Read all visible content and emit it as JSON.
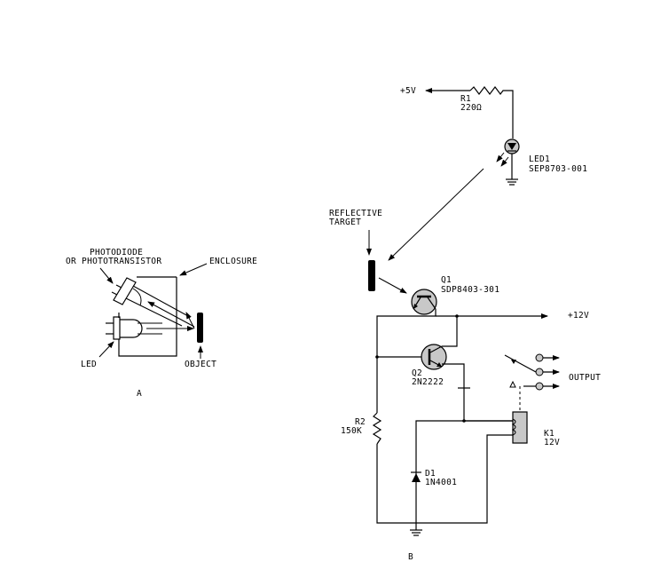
{
  "figure_a": {
    "caption": "A",
    "photodiode_label_1": "PHOTODIODE",
    "photodiode_label_2": "OR PHOTOTRANSISTOR",
    "enclosure_label": "ENCLOSURE",
    "led_label": "LED",
    "object_label": "OBJECT"
  },
  "figure_b": {
    "caption": "B",
    "supply_5v": "+5V",
    "r1_name": "R1",
    "r1_value": "220Ω",
    "led1_name": "LED1",
    "led1_part": "SEP8703-001",
    "target_label_1": "REFLECTIVE",
    "target_label_2": "TARGET",
    "q1_name": "Q1",
    "q1_part": "SDP8403-301",
    "supply_12v": "+12V",
    "q2_name": "Q2",
    "q2_part": "2N2222",
    "output_label": "OUTPUT",
    "r2_name": "R2",
    "r2_value": "150K",
    "k1_name": "K1",
    "k1_value": "12V",
    "d1_name": "D1",
    "d1_part": "1N4001"
  },
  "colors": {
    "ink": "#000000",
    "component_fill": "#c8c8c8",
    "background": "#ffffff"
  }
}
